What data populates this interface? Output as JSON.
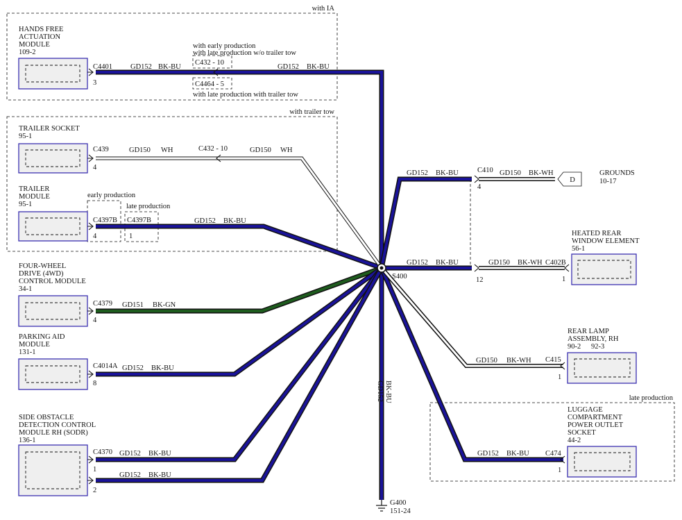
{
  "colors": {
    "bk_bu": "#1a1399",
    "bk_gn": "#1e5c1e",
    "bk_wh": "#ffffff",
    "wh": "#ffffff",
    "outline": "#3a2fb0"
  },
  "groups": {
    "with_ia": "with IA",
    "with_trailer_tow": "with trailer tow",
    "early_production": "early production",
    "late_production": "late production",
    "late_production_luggage": "late production"
  },
  "modules": {
    "hands_free": {
      "name1": "HANDS FREE",
      "name2": "ACTUATION",
      "name3": "MODULE",
      "ref": "109-2",
      "connector": "C4401",
      "pin": "3"
    },
    "trailer_socket": {
      "name1": "TRAILER SOCKET",
      "ref": "95-1",
      "connector": "C439",
      "pin": "4"
    },
    "trailer_module": {
      "name1": "TRAILER",
      "name2": "MODULE",
      "ref": "95-1",
      "connector_early": "C4397B",
      "pin_early": "4",
      "connector_late": "C4397B",
      "pin_late": "1"
    },
    "fwd": {
      "name1": "FOUR-WHEEL",
      "name2": "DRIVE (4WD)",
      "name3": "CONTROL MODULE",
      "ref": "34-1",
      "connector": "C4379",
      "pin": "4"
    },
    "parking_aid": {
      "name1": "PARKING AID",
      "name2": "MODULE",
      "ref": "131-1",
      "connector": "C4014A",
      "pin": "8"
    },
    "sodr": {
      "name1": "SIDE OBSTACLE",
      "name2": "DETECTION CONTROL",
      "name3": "MODULE RH (SODR)",
      "ref": "136-1",
      "connector": "C4370",
      "pin1": "1",
      "pin2": "2"
    },
    "heated_rear": {
      "name1": "HEATED REAR",
      "name2": "WINDOW ELEMENT",
      "ref": "56-1",
      "connector": "C402B",
      "pin": "1"
    },
    "rear_lamp": {
      "name1": "REAR LAMP",
      "name2": "ASSEMBLY, RH",
      "ref1": "90-2",
      "ref2": "92-3",
      "connector": "C415",
      "pin": "1"
    },
    "luggage": {
      "name1": "LUGGAGE",
      "name2": "COMPARTMENT",
      "name3": "POWER OUTLET",
      "name4": "SOCKET",
      "ref": "44-2",
      "connector": "C474",
      "pin": "1"
    }
  },
  "inline": {
    "c432_early_note1": "with early production",
    "c432_early_note2": "with late production w/o trailer tow",
    "c432_hf": "C432 - 10",
    "c4464": "C4464 - 5",
    "c4464_note": "with late production with trailer tow",
    "c432_trailer": "C432 - 10",
    "c410": "C410",
    "c410_pin": "4",
    "heated_pin_inline": "12"
  },
  "splice": {
    "name": "S400"
  },
  "ground": {
    "name": "G400",
    "ref": "151-24",
    "grounds_label": "GROUNDS",
    "grounds_ref": "10-17",
    "grounds_letter": "D"
  },
  "wires": {
    "hf_left": {
      "circuit": "GD152",
      "color": "BK-BU"
    },
    "hf_right": {
      "circuit": "GD152",
      "color": "BK-BU"
    },
    "ts_left": {
      "circuit": "GD150",
      "color": "WH"
    },
    "ts_right": {
      "circuit": "GD150",
      "color": "WH"
    },
    "tm": {
      "circuit": "GD152",
      "color": "BK-BU"
    },
    "fwd": {
      "circuit": "GD151",
      "color": "BK-GN"
    },
    "pa": {
      "circuit": "GD152",
      "color": "BK-BU"
    },
    "sodr1": {
      "circuit": "GD152",
      "color": "BK-BU"
    },
    "sodr2": {
      "circuit": "GD152",
      "color": "BK-BU"
    },
    "ground_circuit": "GD152",
    "ground_color": "BK-BU",
    "grounds_in": {
      "circuit": "GD152",
      "color": "BK-BU"
    },
    "grounds_out": {
      "circuit": "GD150",
      "color": "BK-WH"
    },
    "heated_in": {
      "circuit": "GD152",
      "color": "BK-BU"
    },
    "heated_out": {
      "circuit": "GD150",
      "color": "BK-WH"
    },
    "rear_lamp": {
      "circuit": "GD150",
      "color": "BK-WH"
    },
    "luggage": {
      "circuit": "GD152",
      "color": "BK-BU"
    }
  }
}
